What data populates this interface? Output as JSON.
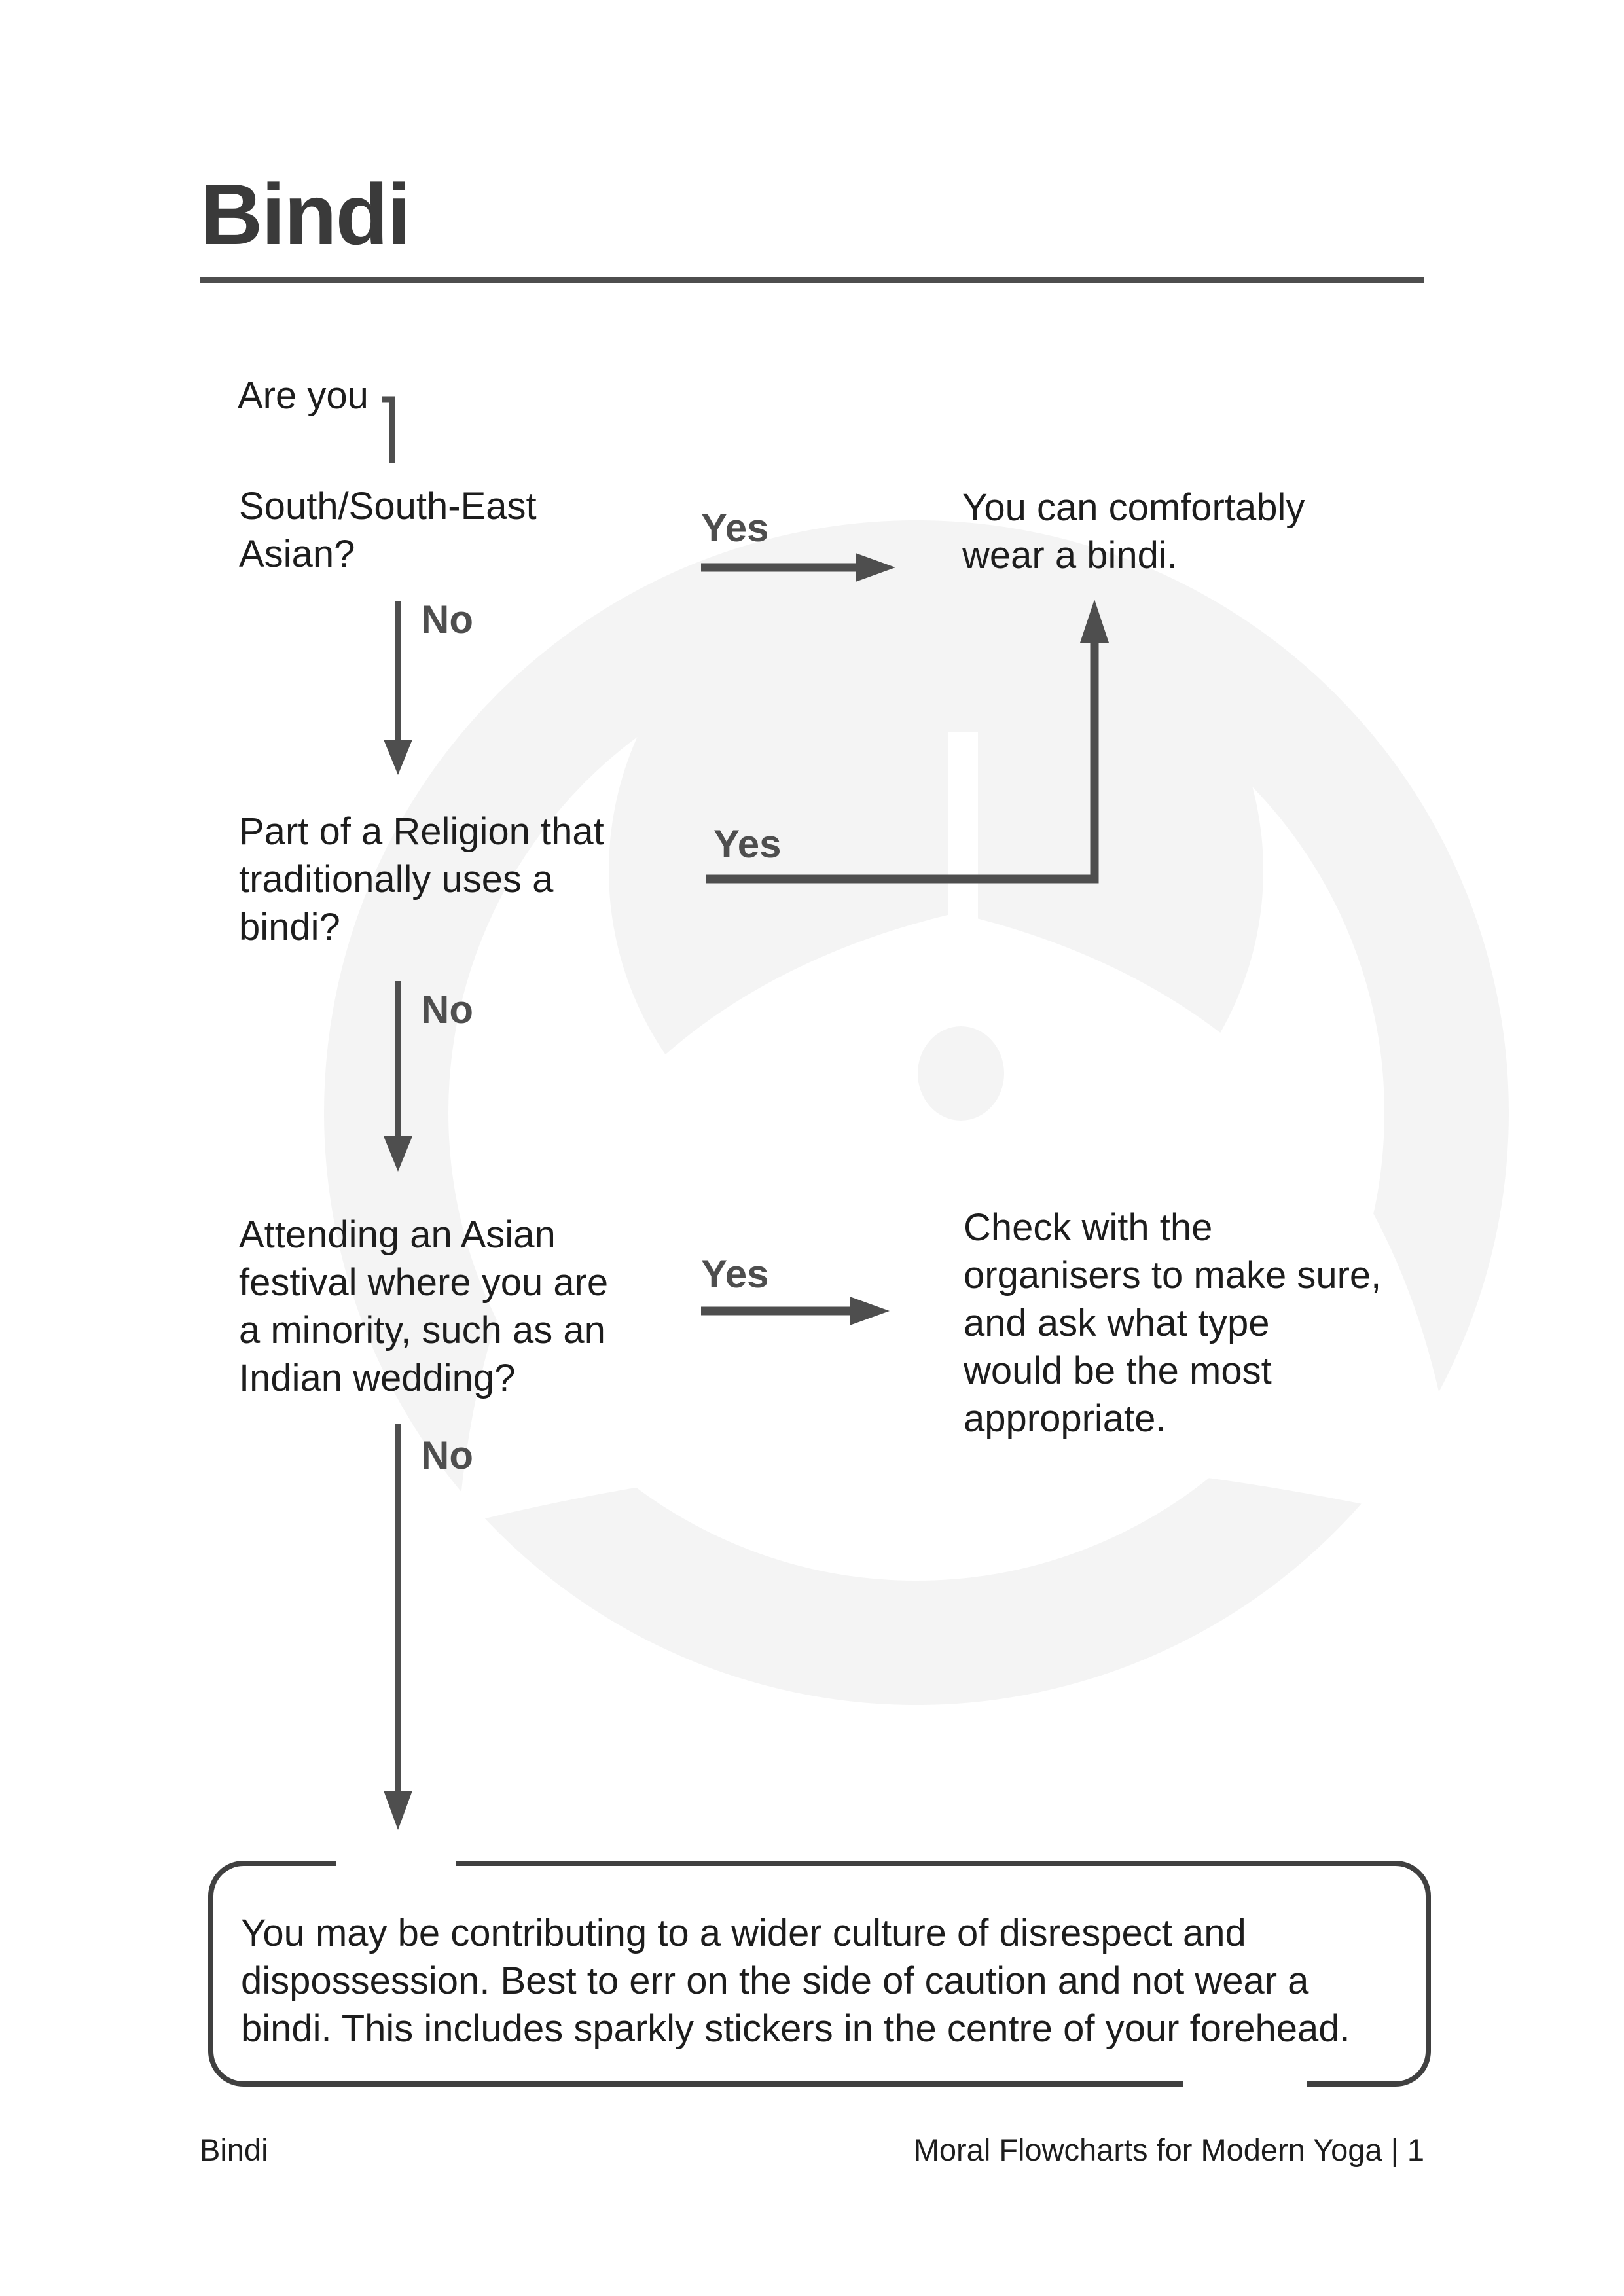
{
  "page": {
    "title": "Bindi",
    "footer_left": "Bindi",
    "footer_right": "Moral Flowcharts for Modern Yoga | 1"
  },
  "colors": {
    "body_text": "#1d1d1d",
    "label_and_arrow_gray": "#4e4e4e",
    "title_gray": "#3a3a3a",
    "box_border": "#404040",
    "watermark_gray": "#f4f4f4"
  },
  "flowchart": {
    "start": {
      "label": "Are you"
    },
    "labels": {
      "yes": "Yes",
      "no": "No"
    },
    "q1": {
      "lines": [
        "South/South-East",
        "Asian?"
      ]
    },
    "r1": {
      "lines": [
        "You can comfortably",
        "wear a bindi."
      ]
    },
    "q2": {
      "lines": [
        "Part of a Religion that",
        "traditionally uses a",
        "bindi?"
      ]
    },
    "q3": {
      "lines": [
        "Attending an Asian",
        "festival where you are",
        "a minority, such as an",
        "Indian wedding?"
      ]
    },
    "r3": {
      "lines": [
        "Check with the",
        "organisers to make sure,",
        "and ask what type",
        "would be the most",
        "appropriate."
      ]
    },
    "terminal": {
      "lines": [
        "You may be contributing to a wider culture of disrespect and",
        "dispossession. Best to err on the side of caution and not wear a",
        "bindi. This includes sparkly stickers in the centre of your forehead."
      ]
    }
  }
}
